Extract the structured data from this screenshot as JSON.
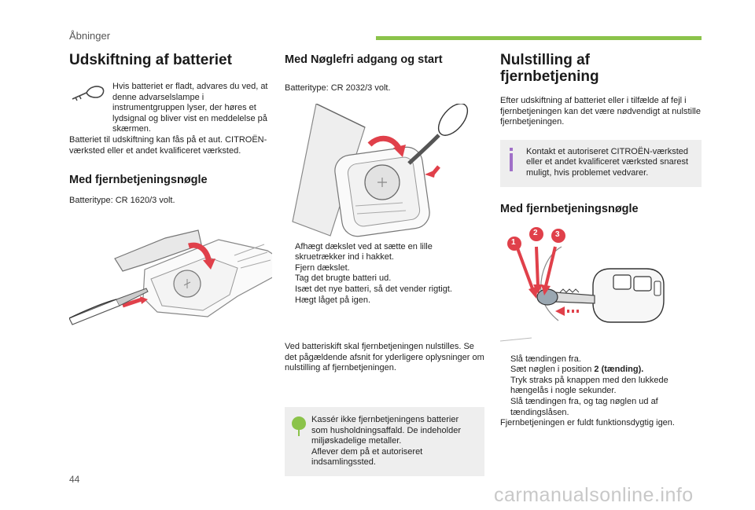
{
  "header": {
    "section": "Åbninger"
  },
  "col1": {
    "title": "Udskiftning af batteriet",
    "warning": "Hvis batteriet er fladt, advares du ved, at denne advarselslampe i instrumentgruppen lyser, der høres et lydsignal og bliver vist en meddelelse på skærmen.",
    "battery_info": "Batteriet til udskiftning kan fås på et aut. CITROËN-værksted eller et andet kvalificeret værksted.",
    "remote_heading": "Med fjernbetjeningsnøgle",
    "remote_battery": "Batteritype: CR 1620/3 volt."
  },
  "col2": {
    "heading": "Med Nøglefri adgang og start",
    "battery_type": "Batteritype: CR 2032/3 volt.",
    "steps": [
      "Afhægt dækslet ved at sætte en lille skruetrækker ind i hakket.",
      "Fjern dækslet.",
      "Tag det brugte batteri ud.",
      "Isæt det nye batteri, så det vender rigtigt.",
      "Hægt låget på igen."
    ],
    "reset_note": "Ved batteriskift skal fjernbetjeningen nulstilles. Se det pågældende afsnit for yderligere oplysninger om nulstilling af fjernbetjeningen.",
    "eco_lines": [
      "Kassér ikke fjernbetjeningens batterier som husholdningsaffald. De indeholder miljøskadelige metaller.",
      "Aflever dem på et autoriseret indsamlingssted."
    ]
  },
  "col3": {
    "title_line1": "Nulstilling af",
    "title_line2": "fjernbetjening",
    "intro": "Efter udskiftning af batteriet eller i tilfælde af fejl i fjernbetjeningen kan det være nødvendigt at nulstille fjernbetjeningen.",
    "info": "Kontakt et autoriseret CITROËN-værksted eller et andet kvalificeret værksted snarest muligt, hvis problemet vedvarer.",
    "remote_heading": "Med fjernbetjeningsnøgle",
    "callouts": [
      "1",
      "2",
      "3"
    ],
    "steps": {
      "s1": "Slå tændingen fra.",
      "s2_pre": "Sæt nøglen i position ",
      "s2_bold": "2 (tænding).",
      "s3": "Tryk straks på knappen med den lukkede hængelås i nogle sekunder.",
      "s4": "Slå tændingen fra, og tag nøglen ud af tændingslåsen."
    },
    "final": "Fjernbetjeningen er fuldt funktionsdygtig igen."
  },
  "footer": {
    "page_number": "44",
    "watermark": "carmanualsonline.info"
  },
  "bullet_glyph": "",
  "colors": {
    "accent_green": "#8bc34a",
    "callout_red": "#e0404a",
    "info_purple": "#a070c8"
  }
}
